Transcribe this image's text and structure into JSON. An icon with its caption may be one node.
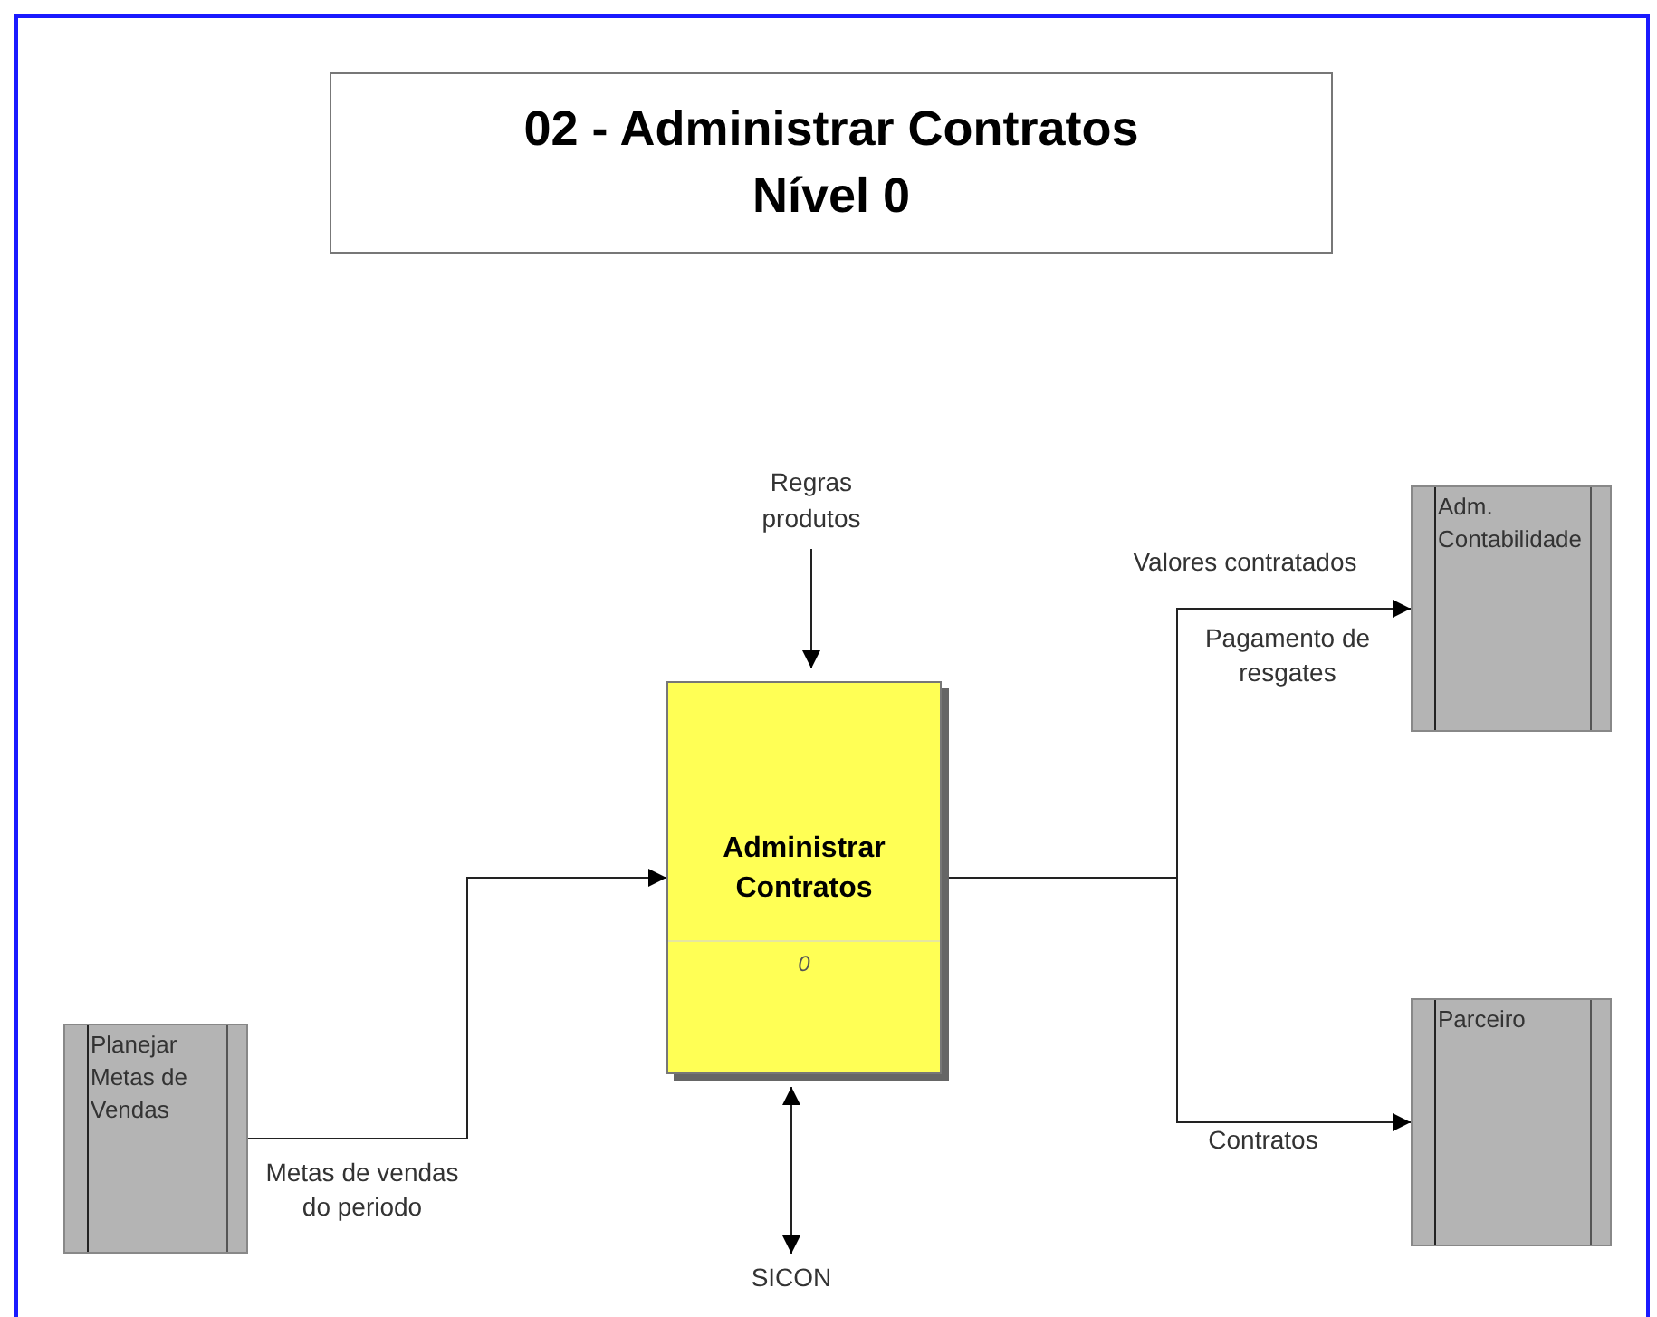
{
  "diagram": {
    "title": "02 - Administrar Contratos Nível 0",
    "nodes": [
      {
        "text": [
          "Regras produtos"
        ]
      },
      {
        "text": [
          "Administrar Contratos",
          "0"
        ]
      },
      {
        "text": [
          "Planejar Metas de Vendas"
        ]
      },
      {
        "text": [
          "Adm. Contabilidade"
        ]
      },
      {
        "text": [
          "Parceiro"
        ]
      },
      {
        "text": [
          "SICON"
        ]
      }
    ],
    "edges": [
      {
        "from": 0,
        "to": 1,
        "arrow": "to"
      },
      {
        "from": 2,
        "to": 1,
        "arrow": "to",
        "label": "Metas de vendas do periodo"
      },
      {
        "from": 1,
        "to": 3,
        "arrow": "to",
        "label": "Valores contratados"
      },
      {
        "from": 1,
        "to": 4,
        "arrow": "to",
        "label": "Contratos"
      },
      {
        "from": 1,
        "to": 5,
        "arrow": "both"
      }
    ],
    "labels": [
      "Pagamento de resgates"
    ]
  }
}
